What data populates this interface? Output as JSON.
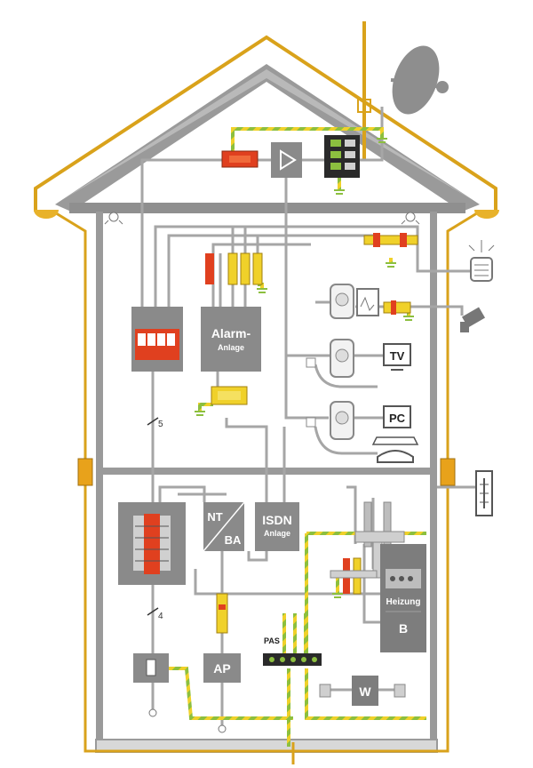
{
  "labels": {
    "alarm_line1": "Alarm-",
    "alarm_line2": "Anlage",
    "tv": "TV",
    "pc": "PC",
    "cable_count_upper": "5",
    "cable_count_lower": "4",
    "nt": "NT",
    "ba": "BA",
    "isdn_line1": "ISDN",
    "isdn_line2": "Anlage",
    "heizung": "Heizung",
    "b": "B",
    "ap": "AP",
    "pas": "PAS",
    "w": "W"
  },
  "colors": {
    "grey_line": "#a6a6a6",
    "box": "#8a8a8a",
    "copper": "#d9a21b",
    "earth_green": "#8cbf3f",
    "earth_yellow": "#f0d12a",
    "arrester_red": "#e0401f"
  }
}
